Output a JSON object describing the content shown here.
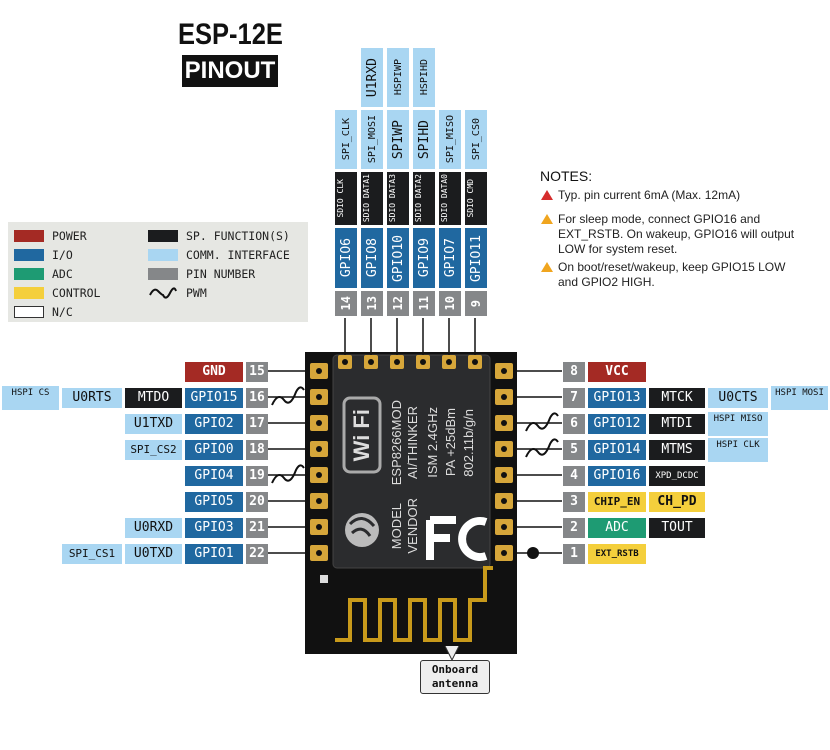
{
  "title": "ESP-12E",
  "subtitle": "PINOUT",
  "legend": [
    {
      "label": "POWER",
      "color": "#a42a24"
    },
    {
      "label": "I/O",
      "color": "#2068a0"
    },
    {
      "label": "ADC",
      "color": "#1e9b73"
    },
    {
      "label": "CONTROL",
      "color": "#f4cf3c"
    },
    {
      "label": "N/C",
      "color": "#ffffff"
    },
    {
      "label": "SP. FUNCTION(S)",
      "color": "#1b1c1e"
    },
    {
      "label": "COMM. INTERFACE",
      "color": "#a9d6f2"
    },
    {
      "label": "PIN NUMBER",
      "color": "#858789"
    },
    {
      "label": "PWM",
      "color": ""
    }
  ],
  "notes": {
    "heading": "NOTES:",
    "items": [
      {
        "icon": "warning-red-icon",
        "text": "Typ. pin current 6mA (Max. 12mA)"
      },
      {
        "icon": "warning-yellow-icon",
        "text": "For sleep mode, connect GPIO16 and EXT_RSTB. On wakeup, GPIO16 will output LOW for system reset."
      },
      {
        "icon": "warning-yellow-icon",
        "text": "On boot/reset/wakeup, keep GPIO15 LOW and GPIO2 HIGH."
      }
    ]
  },
  "top_pins": [
    {
      "num": "14",
      "gpio": "GPIO6",
      "sdio": "SDIO CLK",
      "spi": "SPI_CLK",
      "hspi": ""
    },
    {
      "num": "13",
      "gpio": "GPIO8",
      "sdio": "SDIO DATA1",
      "spi": "SPI_MOSI",
      "hspi": "U1RXD"
    },
    {
      "num": "12",
      "gpio": "GPIO10",
      "sdio": "SDIO DATA3",
      "spi": "SPIWP",
      "hspi": "HSPIWP"
    },
    {
      "num": "11",
      "gpio": "GPIO9",
      "sdio": "SDIO DATA2",
      "spi": "SPIHD",
      "hspi": "HSPIHD"
    },
    {
      "num": "10",
      "gpio": "GPIO7",
      "sdio": "SDIO DATA0",
      "spi": "SPI_MISO",
      "hspi": ""
    },
    {
      "num": "9",
      "gpio": "GPIO11",
      "sdio": "SDIO CMD",
      "spi": "SPI_CS0",
      "hspi": ""
    }
  ],
  "left_pins": [
    {
      "num": "15",
      "main": "GND",
      "func": "",
      "comm": "",
      "comm2": "",
      "pwm": false
    },
    {
      "num": "16",
      "main": "GPIO15",
      "func": "MTDO",
      "comm": "U0RTS",
      "comm2": "HSPI CS",
      "pwm": true
    },
    {
      "num": "17",
      "main": "GPIO2",
      "func": "",
      "comm": "U1TXD",
      "comm2": "",
      "pwm": false
    },
    {
      "num": "18",
      "main": "GPIO0",
      "func": "",
      "comm": "SPI_CS2",
      "comm2": "",
      "pwm": false
    },
    {
      "num": "19",
      "main": "GPIO4",
      "func": "",
      "comm": "",
      "comm2": "",
      "pwm": true
    },
    {
      "num": "20",
      "main": "GPIO5",
      "func": "",
      "comm": "",
      "comm2": "",
      "pwm": false
    },
    {
      "num": "21",
      "main": "GPIO3",
      "func": "",
      "comm": "U0RXD",
      "comm2": "",
      "pwm": false
    },
    {
      "num": "22",
      "main": "GPIO1",
      "func": "",
      "comm": "U0TXD",
      "comm2": "SPI_CS1",
      "pwm": false
    }
  ],
  "right_pins": [
    {
      "num": "8",
      "main": "VCC",
      "func": "",
      "comm": "",
      "pwm": false
    },
    {
      "num": "7",
      "main": "GPIO13",
      "func": "MTCK",
      "comm": "U0CTS",
      "comm2": "HSPI MOSI",
      "pwm": false
    },
    {
      "num": "6",
      "main": "GPIO12",
      "func": "MTDI",
      "comm": "",
      "comm2": "HSPI MISO",
      "pwm": true
    },
    {
      "num": "5",
      "main": "GPIO14",
      "func": "MTMS",
      "comm": "",
      "comm2": "HSPI CLK",
      "pwm": true
    },
    {
      "num": "4",
      "main": "GPIO16",
      "func": "XPD_DCDC",
      "comm": "",
      "comm2": "",
      "pwm": false
    },
    {
      "num": "3",
      "main": "CHIP_EN",
      "func": "CH_PD",
      "comm": "",
      "comm2": "",
      "pwm": false
    },
    {
      "num": "2",
      "main": "ADC",
      "func": "TOUT",
      "comm": "",
      "comm2": "",
      "pwm": false
    },
    {
      "num": "1",
      "main": "EXT_RSTB",
      "func": "",
      "comm": "",
      "comm2": "",
      "pwm": false
    }
  ],
  "module": {
    "wifi_logo": "Wi Fi",
    "fcc_logo": "FC",
    "model_label": "MODEL",
    "vendor_label": "VENDOR",
    "model_value": "ESP8266MOD",
    "vendor_value": "AI/THINKER",
    "ism": "ISM 2.4GHz",
    "pa": "PA +25dBm",
    "std": "802.11b/g/n"
  },
  "antenna_label": "Onboard antenna"
}
